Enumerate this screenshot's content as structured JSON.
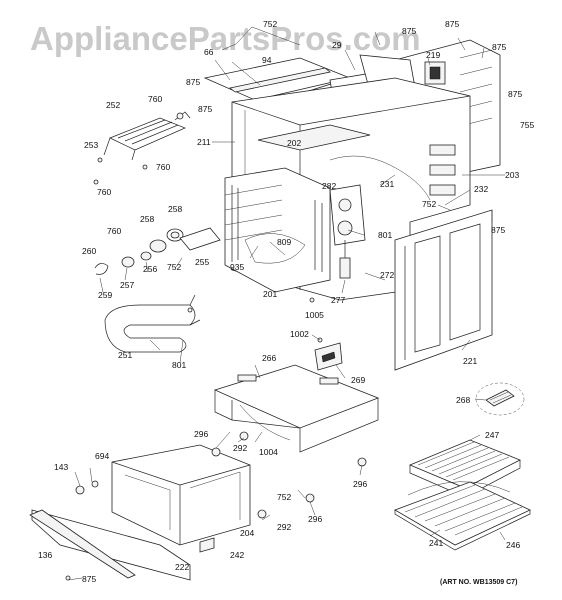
{
  "watermark": "AppliancePartsPros.com",
  "art_number": "(ART NO. WB13509 C7)",
  "labels": {
    "p752a": "752",
    "p875a": "875",
    "p875b": "875",
    "p66": "66",
    "p29": "29",
    "p94": "94",
    "p219": "219",
    "p875c": "875",
    "p875d": "875",
    "p252": "252",
    "p760a": "760",
    "p875e": "875",
    "p875f": "875",
    "p755": "755",
    "p253": "253",
    "p211": "211",
    "p202": "202",
    "p760b": "760",
    "p760c": "760",
    "p282": "282",
    "p231": "231",
    "p203": "203",
    "p232": "232",
    "p752b": "752",
    "p875g": "875",
    "p760d": "760",
    "p258a": "258",
    "p258b": "258",
    "p801a": "801",
    "p809": "809",
    "p260": "260",
    "p256": "256",
    "p752c": "752",
    "p255": "255",
    "p935": "935",
    "p257": "257",
    "p259": "259",
    "p201": "201",
    "p277": "277",
    "p272": "272",
    "p1005": "1005",
    "p251": "251",
    "p801b": "801",
    "p1002": "1002",
    "p221": "221",
    "p266": "266",
    "p269": "269",
    "p268": "268",
    "p296a": "296",
    "p292a": "292",
    "p1004": "1004",
    "p143": "143",
    "p694": "694",
    "p247": "247",
    "p296b": "296",
    "p752d": "752",
    "p204": "204",
    "p292b": "292",
    "p296c": "296",
    "p136": "136",
    "p242": "242",
    "p222": "222",
    "p241": "241",
    "p246": "246",
    "p875h": "875"
  }
}
